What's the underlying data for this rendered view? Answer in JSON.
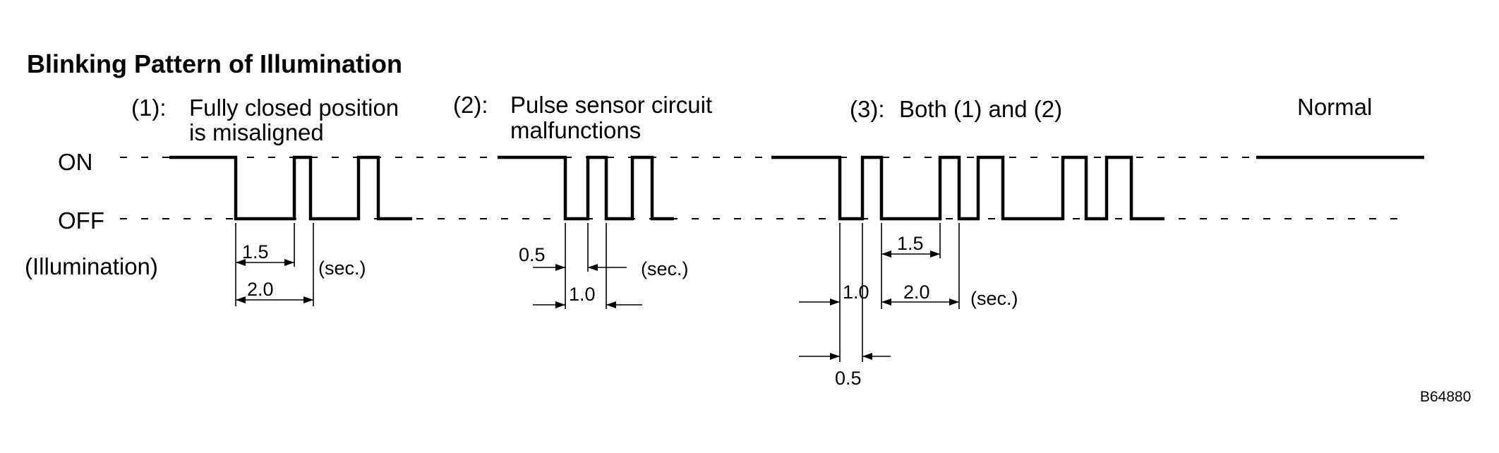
{
  "title": "Blinking Pattern of Illumination",
  "axis": {
    "on": "ON",
    "off": "OFF",
    "label": "(Illumination)"
  },
  "patterns": [
    {
      "num": "(1):",
      "line1": "Fully closed position",
      "line2": "is misaligned"
    },
    {
      "num": "(2):",
      "line1": "Pulse sensor circuit",
      "line2": "malfunctions"
    },
    {
      "num": "(3):",
      "line1": "Both (1) and (2)"
    },
    {
      "line1": "Normal"
    }
  ],
  "dims": {
    "p1": {
      "a": "1.5",
      "b": "2.0",
      "unit": "(sec.)"
    },
    "p2": {
      "a": "0.5",
      "b": "1.0",
      "unit": "(sec.)"
    },
    "p3": {
      "a": "1.5",
      "b": "1.0",
      "c": "2.0",
      "d": "0.5",
      "unit": "(sec.)"
    }
  },
  "code": "B64880"
}
